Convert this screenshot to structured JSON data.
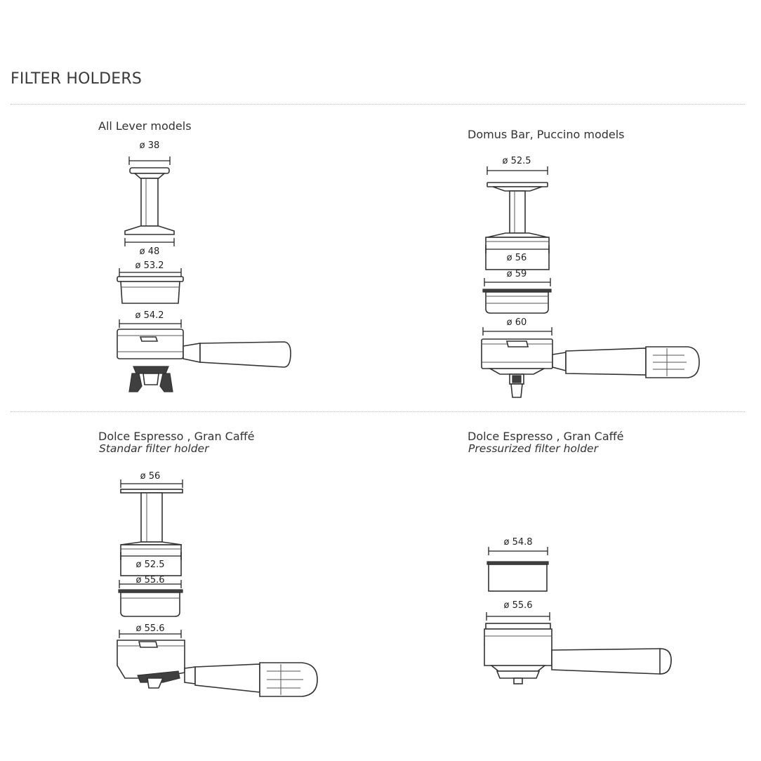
{
  "page": {
    "title": "FILTER HOLDERS"
  },
  "panels": [
    {
      "title": "All Lever models",
      "subtitle": "",
      "dimensions": [
        "ø 38",
        "ø 48",
        "ø 53.2",
        "ø 54.2"
      ]
    },
    {
      "title": "Domus Bar, Puccino models",
      "subtitle": "",
      "dimensions": [
        "ø 52.5",
        "ø 56",
        "ø 59",
        "ø 60"
      ]
    },
    {
      "title": "Dolce Espresso , Gran Caffé",
      "subtitle": "Standar filter holder",
      "dimensions": [
        "ø 56",
        "ø 52.5",
        "ø 55.6",
        "ø 55.6"
      ]
    },
    {
      "title": "Dolce Espresso , Gran Caffé",
      "subtitle": "Pressurized filter holder",
      "dimensions": [
        "ø 54.8",
        "ø 55.6"
      ]
    }
  ]
}
